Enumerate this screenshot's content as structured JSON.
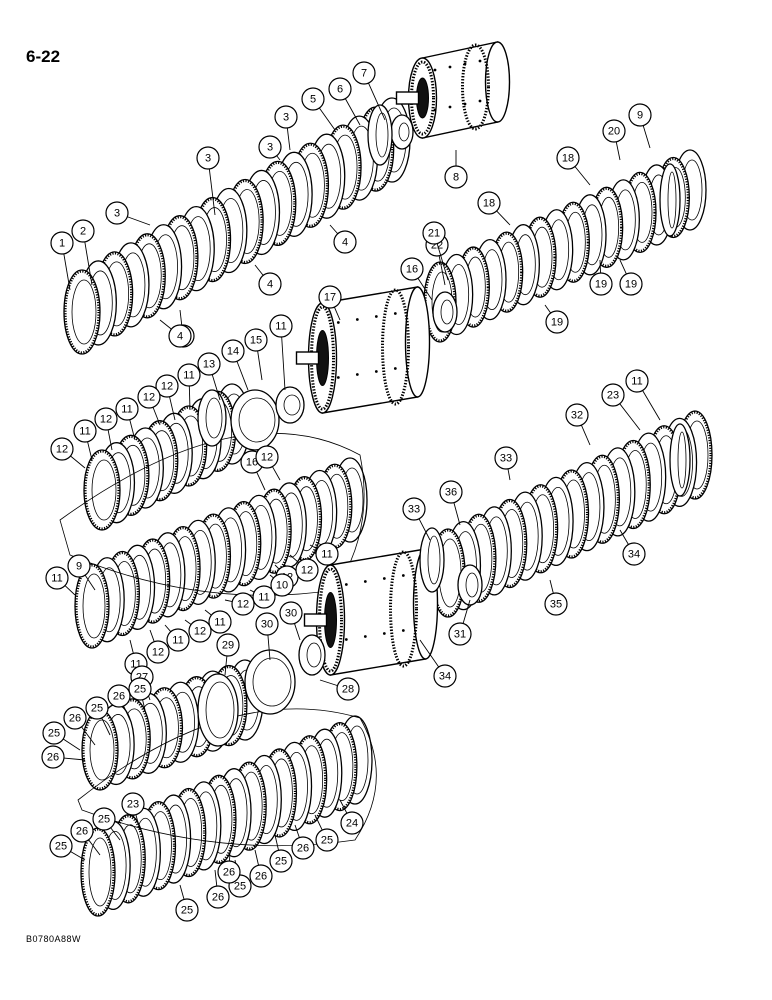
{
  "page": {
    "page_number": "6-22",
    "drawing_code": "B0780A88W"
  },
  "callout_labels": [
    "1",
    "2",
    "3",
    "3",
    "3",
    "3",
    "4",
    "4",
    "4",
    "4",
    "5",
    "6",
    "7",
    "8",
    "9",
    "20",
    "18",
    "18",
    "19",
    "19",
    "19",
    "22",
    "21",
    "16",
    "17",
    "15",
    "14",
    "13",
    "12",
    "11",
    "12",
    "11",
    "12",
    "11",
    "12",
    "11",
    "16",
    "11",
    "12",
    "12",
    "11",
    "12",
    "11",
    "12",
    "11",
    "11",
    "12",
    "11",
    "9",
    "10",
    "12",
    "11",
    "23",
    "32",
    "33",
    "33",
    "36",
    "35",
    "34",
    "34",
    "31",
    "30",
    "30",
    "28",
    "29",
    "27",
    "25",
    "26",
    "25",
    "26",
    "25",
    "26",
    "25",
    "26",
    "25",
    "23",
    "24",
    "25",
    "26",
    "25",
    "26",
    "25",
    "26",
    "25",
    "26",
    "25",
    "26",
    "25"
  ]
}
